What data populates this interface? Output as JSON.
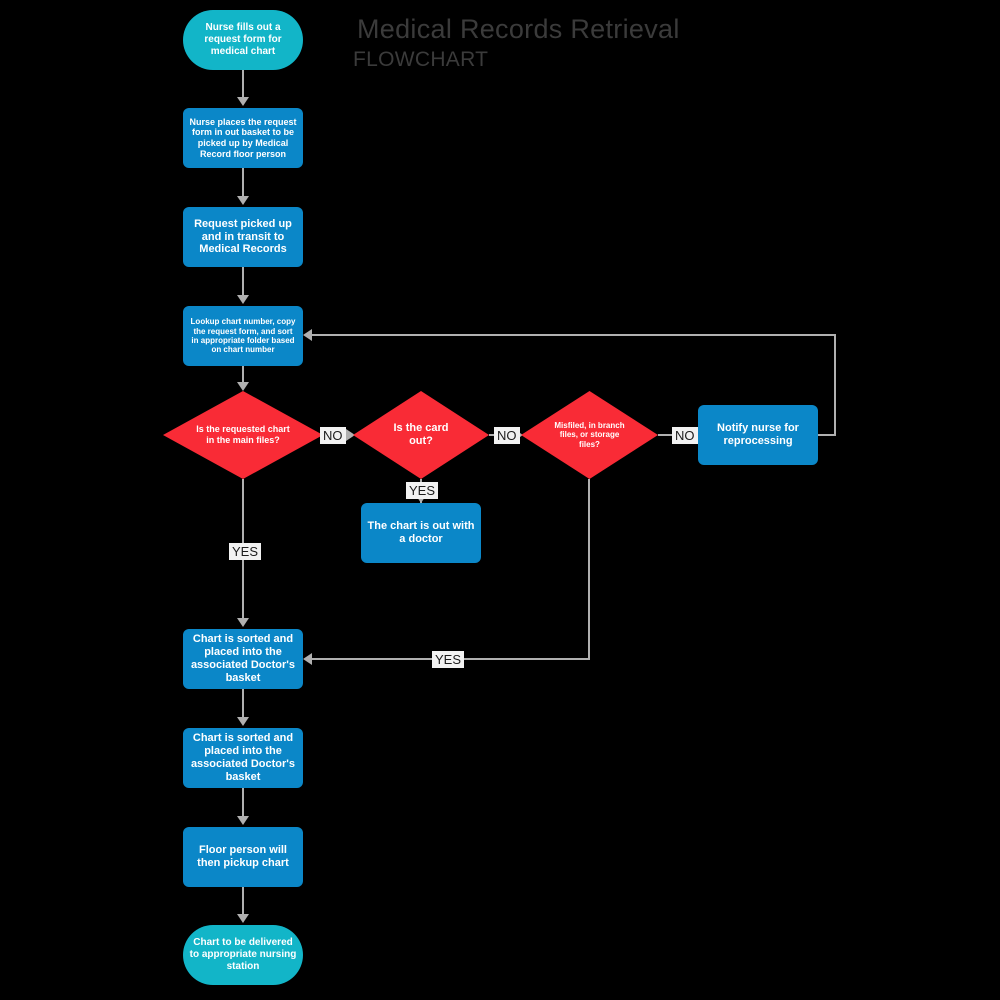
{
  "title": {
    "main": "Medical Records Retrieval",
    "sub": "FLOWCHART"
  },
  "colors": {
    "background": "#000000",
    "terminal": "#12b5c8",
    "process": "#0b87c8",
    "decision": "#f92b36",
    "connector": "#b0b0b0",
    "title_text": "#3b3b3b",
    "node_text": "#ffffff",
    "edge_label_bg": "#f2f2f2",
    "edge_label_text": "#1c1c1c"
  },
  "nodes": {
    "start": "Nurse fills out a request form for medical chart",
    "place_request": "Nurse places the request form in out basket to be picked up by Medical Record floor person",
    "in_transit": "Request picked up and in transit to Medical Records",
    "lookup": "Lookup chart number, copy the request form, and sort in appropriate folder based on chart number",
    "decision_main_files": "Is the requested chart in the main files?",
    "decision_card_out": "Is the card out?",
    "decision_misfiled": "Misfiled, in branch files, or storage files?",
    "notify_nurse": "Notify nurse for reprocessing",
    "chart_out_doctor": "The chart is out with a doctor",
    "sorted_basket_1": "Chart is sorted and placed into the associated Doctor's basket",
    "sorted_basket_2": "Chart is sorted and placed into the associated Doctor's basket",
    "floor_pickup": "Floor person will then pickup chart",
    "end": "Chart to be delivered to appropriate nursing station"
  },
  "edge_labels": {
    "no_main_files": "NO",
    "no_card_out": "NO",
    "no_misfiled": "NO",
    "yes_card_out": "YES",
    "yes_main_files": "YES",
    "yes_misfiled": "YES"
  }
}
